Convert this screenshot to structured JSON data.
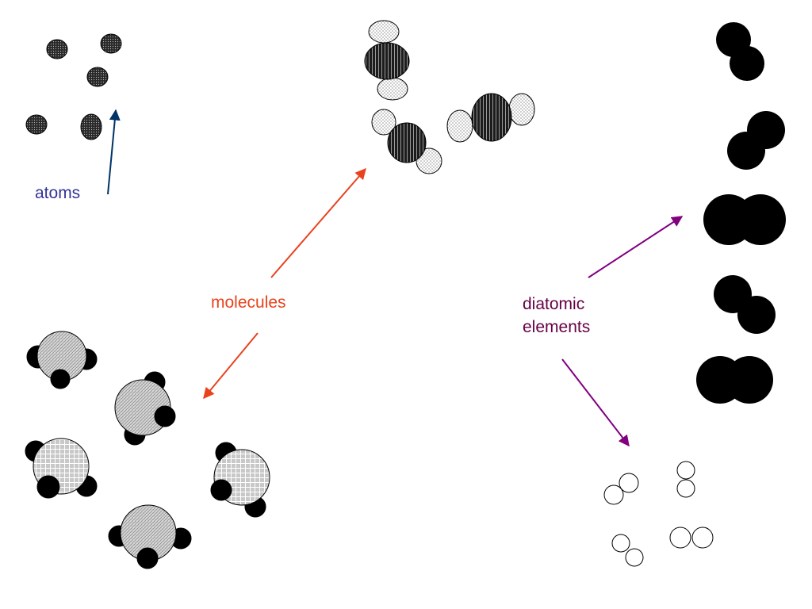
{
  "labels": {
    "atoms": "atoms",
    "molecules": "molecules",
    "diatomic_line1": "diatomic",
    "diatomic_line2": "elements"
  },
  "colors": {
    "atoms_label": "#333399",
    "atoms_arrow": "#003366",
    "molecules": "#e8431c",
    "diatomic_label": "#660044",
    "diatomic_arrow": "#800080",
    "ink": "#000000"
  }
}
